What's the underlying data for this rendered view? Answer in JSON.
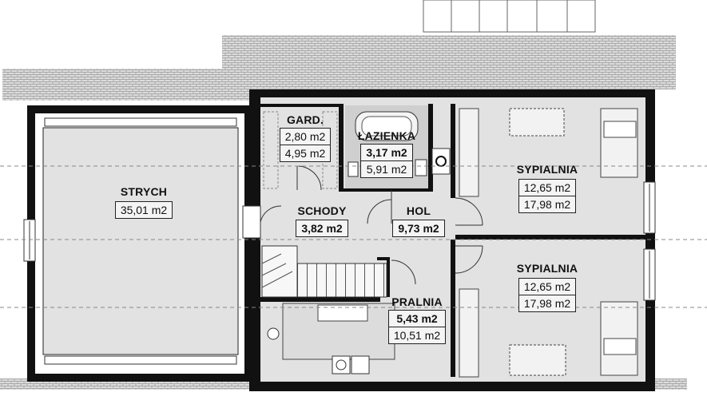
{
  "rooms": {
    "strych": {
      "name": "STRYCH",
      "area": "35,01 m2"
    },
    "garderoba": {
      "name": "GARD.",
      "area": "2,80 m2",
      "area2": "4,95 m2"
    },
    "lazienka": {
      "name": "ŁAZIENKA",
      "area": "3,17 m2",
      "area2": "5,91 m2"
    },
    "schody": {
      "name": "SCHODY",
      "area": "3,82 m2"
    },
    "hol": {
      "name": "HOL",
      "area": "9,73 m2"
    },
    "sypialnia1": {
      "name": "SYPIALNIA",
      "area": "12,65 m2",
      "area2": "17,98 m2"
    },
    "sypialnia2": {
      "name": "SYPIALNIA",
      "area": "12,65 m2",
      "area2": "17,98 m2"
    },
    "pralnia": {
      "name": "PRALNIA",
      "area": "5,43 m2",
      "area2": "10,51 m2"
    }
  },
  "colors": {
    "wall": "#111111",
    "floor": "#e2e2e2",
    "bath_floor": "#cfcfcf",
    "roof": "#d6d6d6",
    "dash": "#888888"
  }
}
